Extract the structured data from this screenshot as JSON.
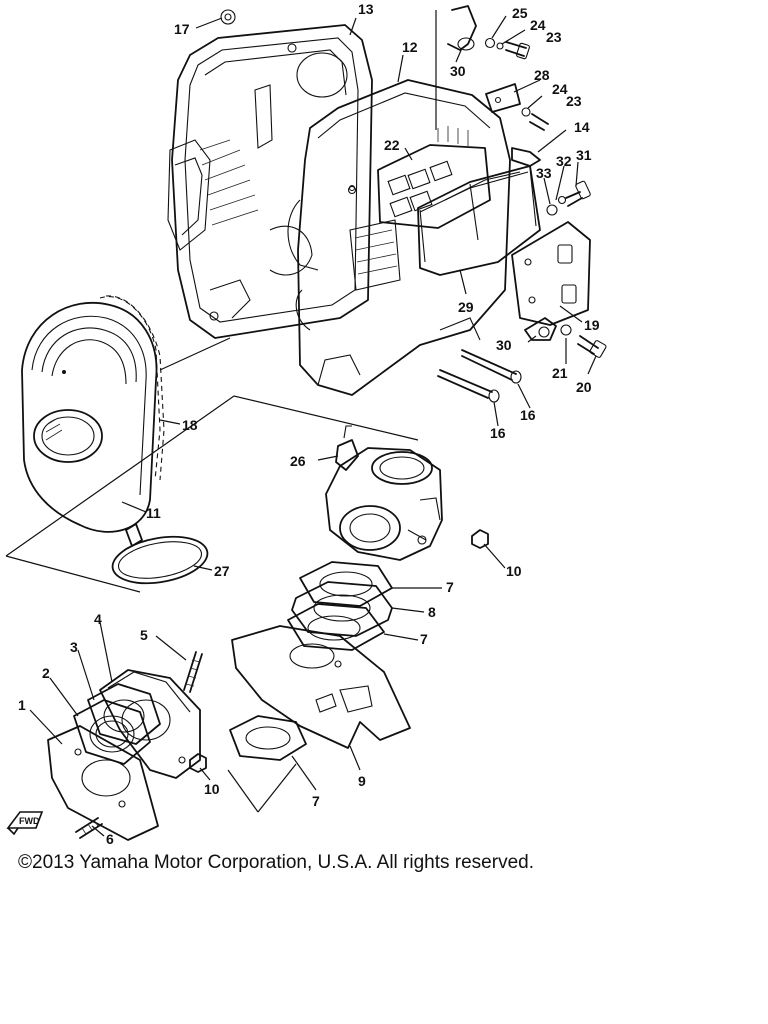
{
  "labels": {
    "l1": "1",
    "l2": "2",
    "l3": "3",
    "l4": "4",
    "l5": "5",
    "l6": "6",
    "l7a": "7",
    "l7b": "7",
    "l7c": "7",
    "l8": "8",
    "l9": "9",
    "l10a": "10",
    "l10b": "10",
    "l11": "11",
    "l12": "12",
    "l13": "13",
    "l14": "14",
    "l16a": "16",
    "l16b": "16",
    "l17": "17",
    "l18": "18",
    "l19": "19",
    "l20": "20",
    "l21": "21",
    "l22": "22",
    "l23a": "23",
    "l23b": "23",
    "l24a": "24",
    "l24b": "24",
    "l25": "25",
    "l26": "26",
    "l27": "27",
    "l28": "28",
    "l29": "29",
    "l30a": "30",
    "l30b": "30",
    "l31": "31",
    "l32": "32",
    "l33": "33"
  },
  "fwd_mark": "FWD",
  "copyright": "©2013 Yamaha Motor Corporation, U.S.A. All rights reserved."
}
